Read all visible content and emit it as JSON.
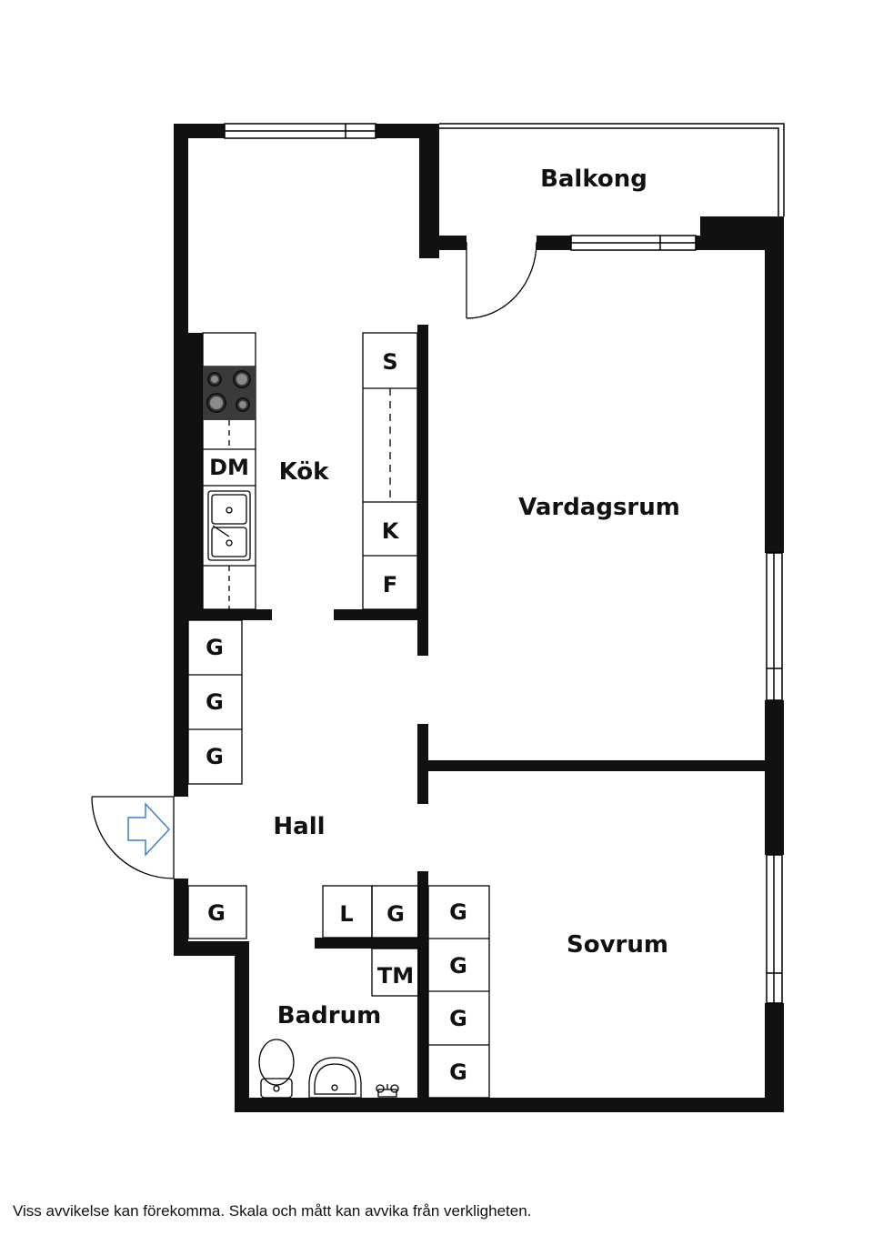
{
  "rooms": {
    "balkong": "Balkong",
    "kok": "Kök",
    "vardagsrum": "Vardagsrum",
    "hall": "Hall",
    "sovrum": "Sovrum",
    "badrum": "Badrum"
  },
  "fixtures": {
    "kitchen_left": [
      "DM"
    ],
    "kitchen_right": [
      "S",
      "K",
      "F"
    ],
    "hall_wardrobes": [
      "G",
      "G",
      "G"
    ],
    "hall_lower_wardrobe": "G",
    "hall_storage": [
      "L",
      "G"
    ],
    "bath_tm": "TM",
    "bedroom_wardrobes": [
      "G",
      "G",
      "G",
      "G"
    ]
  },
  "icons": [
    "stove-icon",
    "sink-icon",
    "toilet-icon",
    "washbasin-icon",
    "faucet-icon",
    "entrance-arrow-icon"
  ],
  "colors": {
    "wall": "#111111",
    "line": "#000000",
    "entrance_arrow": "#3a7fd6"
  },
  "footer": {
    "disclaimer": "Viss avvikelse kan förekomma. Skala och mått kan avvika från verkligheten."
  }
}
